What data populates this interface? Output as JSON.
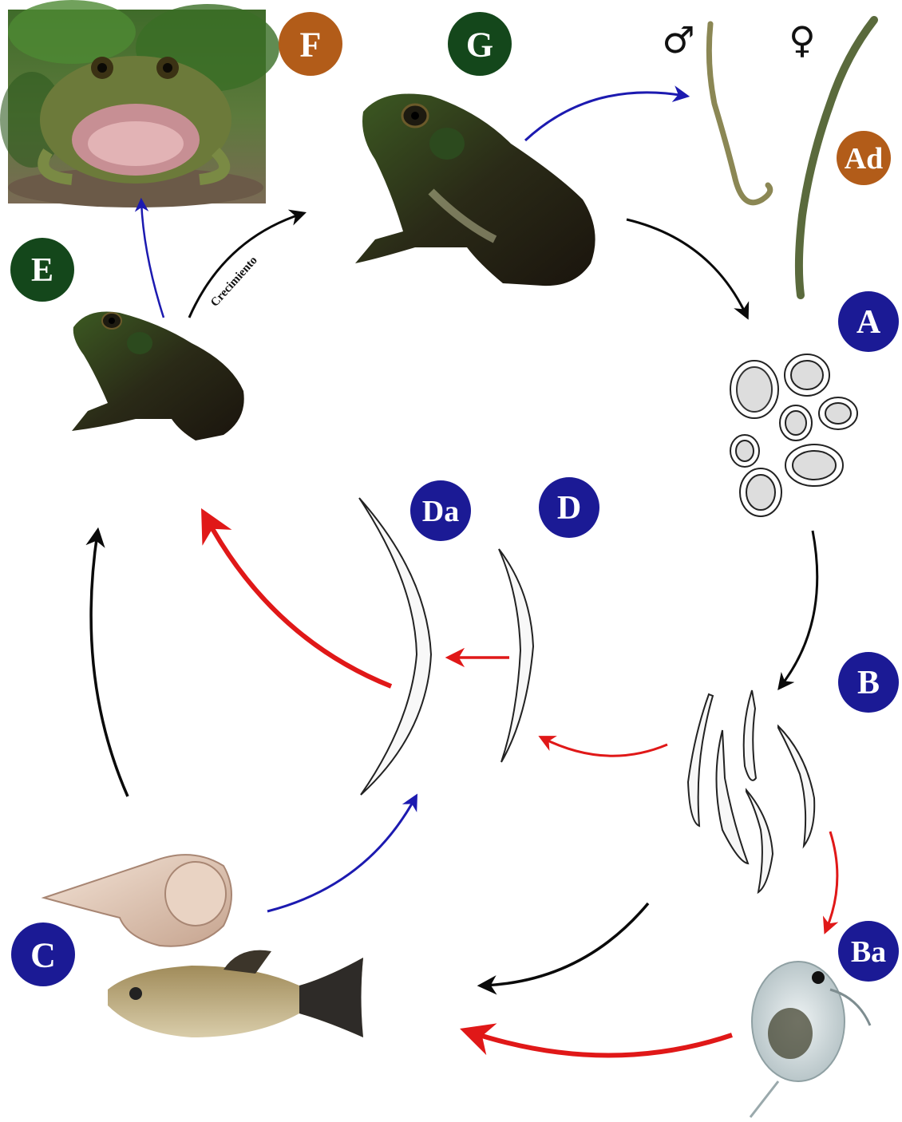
{
  "colors": {
    "blue_badge": "#1b1a95",
    "green_badge": "#14471b",
    "orange_badge": "#b25c19",
    "arrow_black": "#0a0a0a",
    "arrow_red": "#e01818",
    "arrow_blue": "#1c1ab0"
  },
  "labels": {
    "A": "A",
    "B": "B",
    "Ba": "Ba",
    "C": "C",
    "D": "D",
    "Da": "Da",
    "E": "E",
    "F": "F",
    "G": "G",
    "Ad": "Ad"
  },
  "symbols": {
    "male": "♂",
    "female": "♀"
  },
  "arrow_text": {
    "growth": "Crecimiento"
  },
  "icons": {
    "frog_photo": "open-mouth-frog-photo",
    "adult_frog": "bullfrog-adult",
    "juvenile_frog": "bullfrog-juvenile",
    "adult_worms": "nematode-adults",
    "eggs": "nematode-eggs",
    "larvae": "nematode-larvae",
    "water_flea": "daphnia",
    "snail": "snail-shell",
    "fish": "mosquitofish",
    "third_stage_larva": "larva-d",
    "advanced_larva": "larva-da"
  }
}
